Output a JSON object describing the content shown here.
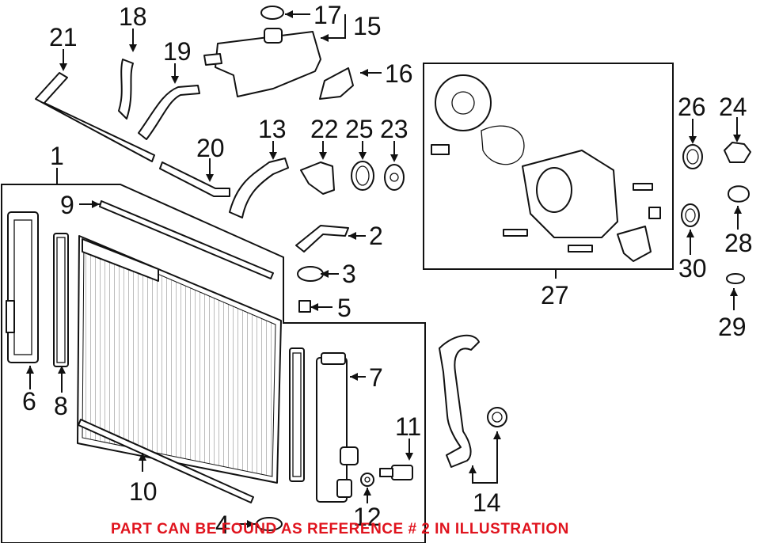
{
  "diagram": {
    "callouts": [
      "1",
      "2",
      "3",
      "4",
      "5",
      "6",
      "7",
      "8",
      "9",
      "10",
      "11",
      "12",
      "13",
      "14",
      "15",
      "16",
      "17",
      "18",
      "19",
      "20",
      "21",
      "22",
      "23",
      "24",
      "25",
      "26",
      "27",
      "28",
      "29",
      "30"
    ],
    "notice": "PART CAN BE FOUND AS REFERENCE # 2 IN ILLUSTRATION",
    "colors": {
      "line": "#111111",
      "notice": "#e0141e",
      "background": "#ffffff"
    }
  }
}
